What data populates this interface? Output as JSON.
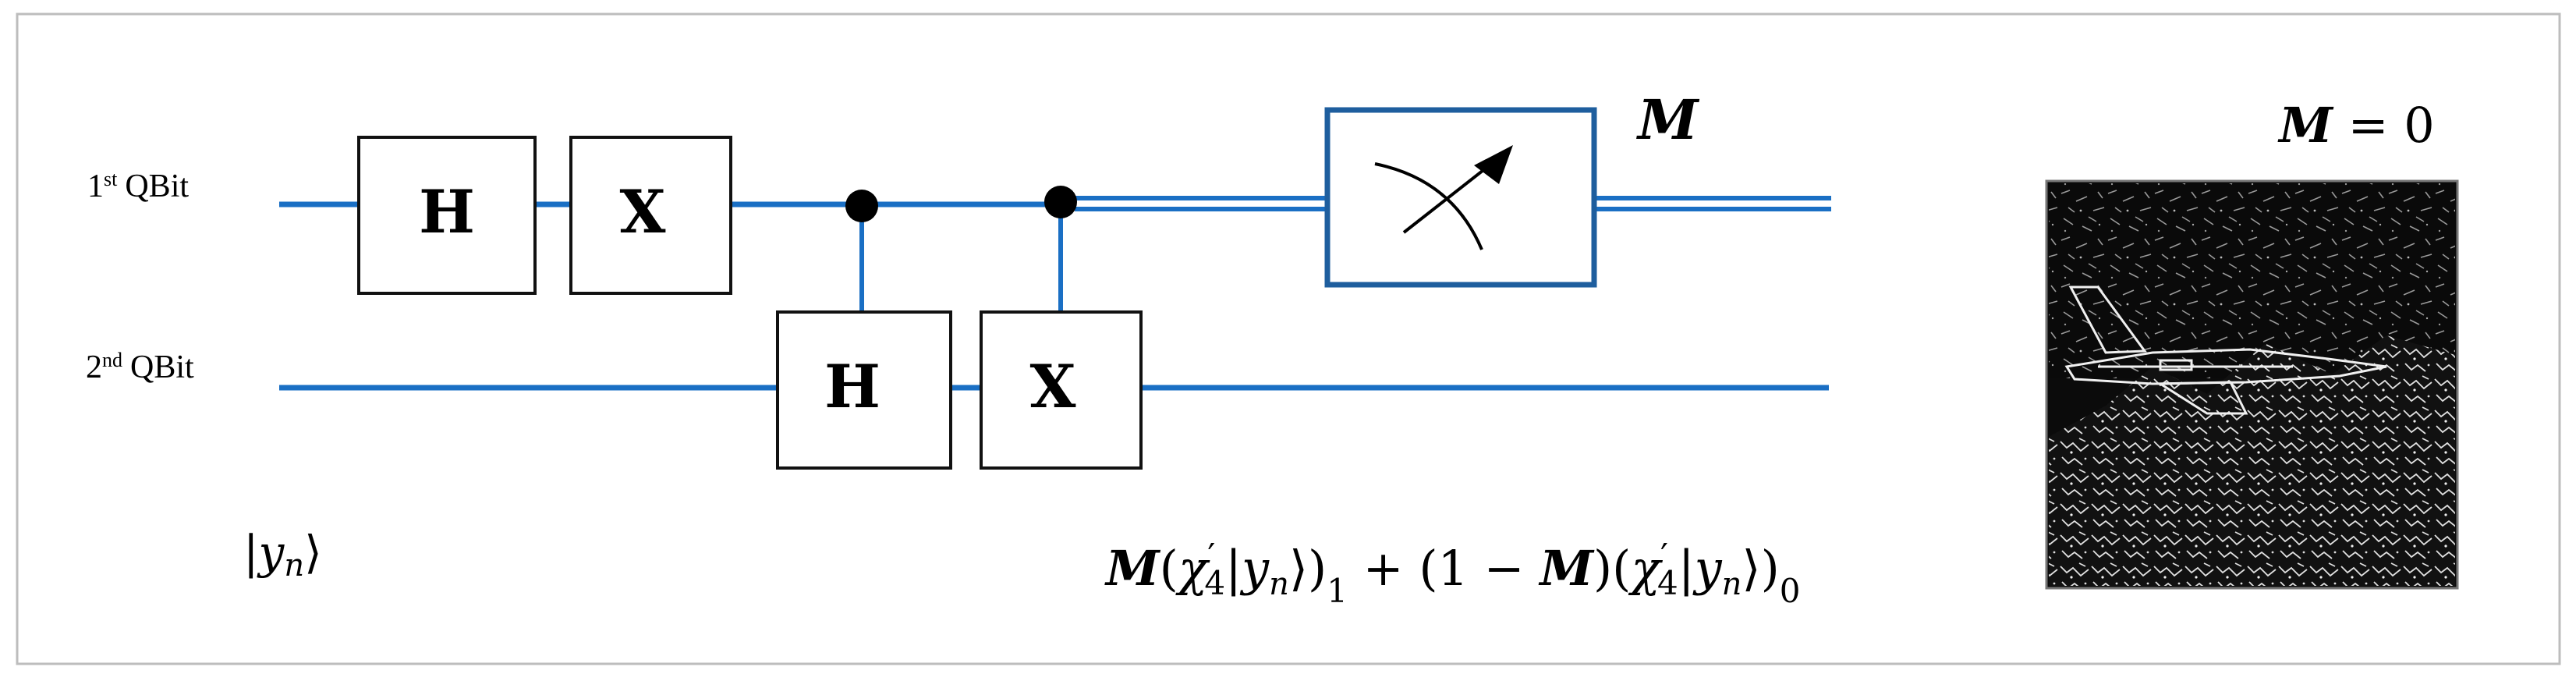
{
  "qubits": [
    {
      "ordinal": "1",
      "suffix": "st",
      "name": "QBit"
    },
    {
      "ordinal": "2",
      "suffix": "nd",
      "name": "QBit"
    }
  ],
  "gates": {
    "q1_h": "H",
    "q1_x": "X",
    "q2_h": "H",
    "q2_x": "X"
  },
  "measurement": {
    "label": "M"
  },
  "input_state": {
    "bar_left": "|",
    "symbol": "y",
    "subscript": "n",
    "bracket_right": "⟩"
  },
  "output_expression": {
    "m": "M",
    "open1": "(",
    "chi": "χ",
    "prime": "′",
    "chi_sub": "4",
    "ket_bar": "|",
    "y": "y",
    "y_sub": "n",
    "ket_close": "⟩)",
    "sub1": "1",
    "plus_open": " + (1 − ",
    "m2": "M",
    "close_open": ")(",
    "chi2": "χ",
    "prime2": "′",
    "chi_sub2": "4",
    "ket_bar2": "|",
    "y2": "y",
    "y_sub2": "n",
    "ket_close2": "⟩)",
    "sub0": "0"
  },
  "result_panel": {
    "m_label": "M",
    "equals": " = 0"
  },
  "colors": {
    "wire": "#1a6fc4",
    "measure_box": "#1e5e9e",
    "frame": "#bdbdbd",
    "text": "#000000"
  }
}
